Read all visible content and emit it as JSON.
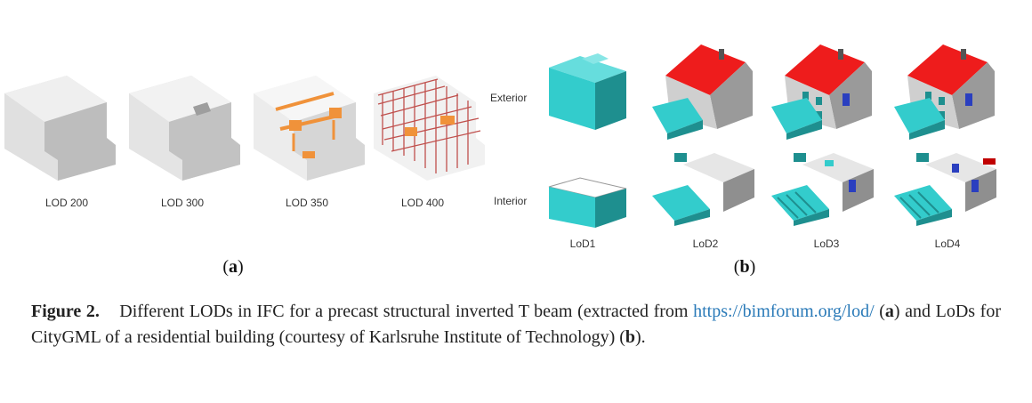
{
  "panel_a": {
    "items": [
      {
        "label": "LOD 200"
      },
      {
        "label": "LOD 300"
      },
      {
        "label": "LOD 350"
      },
      {
        "label": "LOD 400"
      }
    ],
    "tag_open": "(",
    "tag_letter": "a",
    "tag_close": ")"
  },
  "panel_b": {
    "row_labels": {
      "exterior": "Exterior",
      "interior": "Interior"
    },
    "columns": [
      "LoD1",
      "LoD2",
      "LoD3",
      "LoD4"
    ],
    "tag_open": "(",
    "tag_letter": "b",
    "tag_close": ")"
  },
  "caption": {
    "figure_label": "Figure 2.",
    "text_1": "Different LODs in IFC for a precast structural inverted T beam (extracted from",
    "link": "https://bimforum.org/lod/",
    "text_2": "(",
    "a": "a",
    "text_3": ") and LoDs for CityGML of a residential building (courtesy of Karlsruhe Institute of Technology) (",
    "b": "b",
    "text_4": ")."
  },
  "colors": {
    "roof": "#ee1c1c",
    "cyan": "#33cccc",
    "wall": "#c8c8c8",
    "rebar": "#c0504d",
    "orange": "#f0923a",
    "link": "#2a7ab8"
  }
}
